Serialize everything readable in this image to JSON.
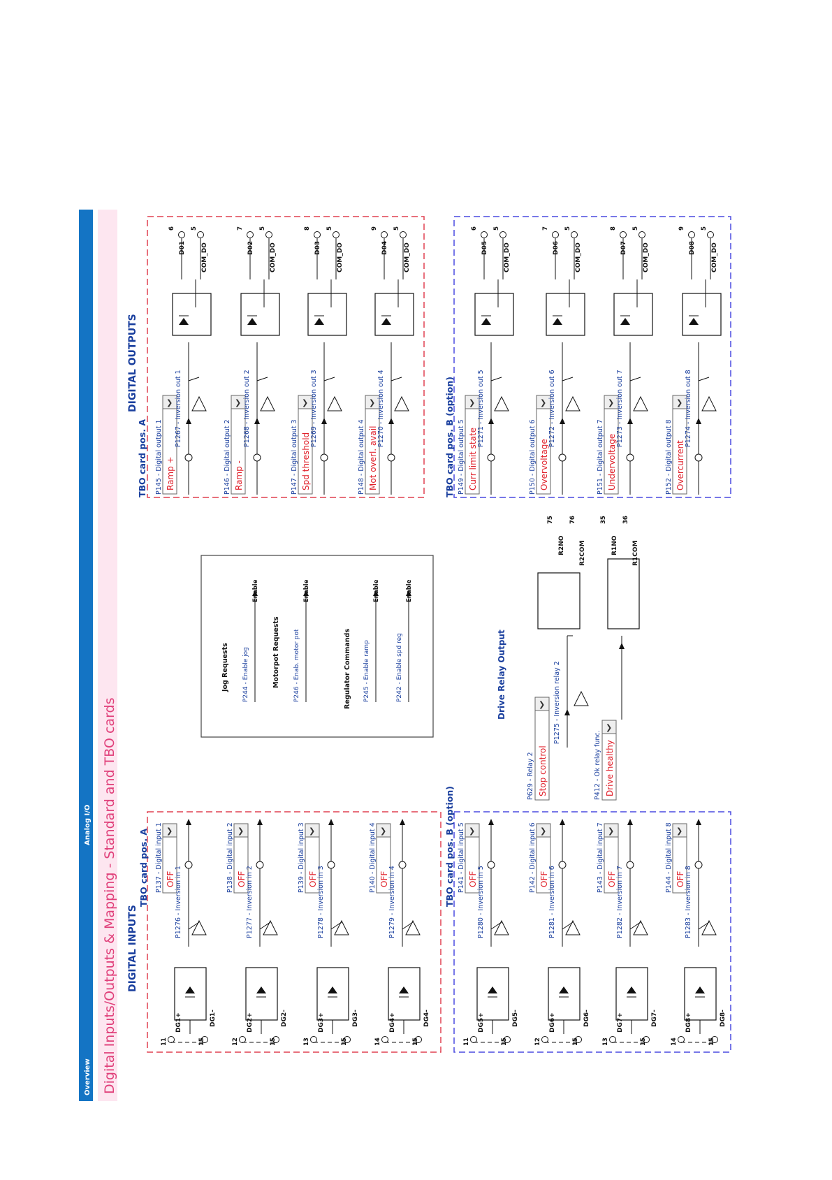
{
  "header": {
    "tab_overview": "Overview",
    "tab_analog": "Analog I/O",
    "title": "Digital Inputs/Outputs & Mapping - Standard and TBO cards",
    "bar_color": "#1474c4",
    "title_band_color": "#fde6f0",
    "title_color": "#e0407a"
  },
  "digital_inputs": {
    "title": "DIGITAL INPUTS",
    "card_a": "TBO card pos. A",
    "card_b": "TBO card pos. B (option)",
    "channels": [
      {
        "param": "P137 - Digital input 1",
        "value": "OFF",
        "inversion": "P1276 - Inversion in 1",
        "plus": "DG1+",
        "minus": "DG1-",
        "pin_plus": "11",
        "pin_minus": "15"
      },
      {
        "param": "P138 - Digital input 2",
        "value": "OFF",
        "inversion": "P1277 - Inversion in 2",
        "plus": "DG2+",
        "minus": "DG2-",
        "pin_plus": "12",
        "pin_minus": "15"
      },
      {
        "param": "P139 - Digital input 3",
        "value": "OFF",
        "inversion": "P1278 - Inversion in 3",
        "plus": "DG3+",
        "minus": "DG3-",
        "pin_plus": "13",
        "pin_minus": "15"
      },
      {
        "param": "P140 - Digital input 4",
        "value": "OFF",
        "inversion": "P1279 - Inversion in 4",
        "plus": "DG4+",
        "minus": "DG4-",
        "pin_plus": "14",
        "pin_minus": "15"
      },
      {
        "param": "P141 - Digital input 5",
        "value": "OFF",
        "inversion": "P1280 - Inversion in 5",
        "plus": "DG5+",
        "minus": "DG5-",
        "pin_plus": "11",
        "pin_minus": "15"
      },
      {
        "param": "P142 - Digital input 6",
        "value": "OFF",
        "inversion": "P1281 - Inversion in 6",
        "plus": "DG6+",
        "minus": "DG6-",
        "pin_plus": "12",
        "pin_minus": "15"
      },
      {
        "param": "P143 - Digital input 7",
        "value": "OFF",
        "inversion": "P1282 - Inversion in 7",
        "plus": "DG7+",
        "minus": "DG7-",
        "pin_plus": "13",
        "pin_minus": "15"
      },
      {
        "param": "P144 - Digital input 8",
        "value": "OFF",
        "inversion": "P1283 - Inversion in 8",
        "plus": "DG8+",
        "minus": "DG8-",
        "pin_plus": "14",
        "pin_minus": "15"
      }
    ]
  },
  "digital_outputs": {
    "title": "DIGITAL OUTPUTS",
    "card_a": "TBO card pos. A",
    "card_b": "TBO card pos. B (option)",
    "channels": [
      {
        "param": "P145 - Digital output 1",
        "value": "Ramp +",
        "inversion": "P1267 - Inversion out 1",
        "terminal": "D01",
        "com": "COM_DO",
        "pin": "6",
        "pin_com": "5"
      },
      {
        "param": "P146 - Digital output 2",
        "value": "Ramp -",
        "inversion": "P1268 - Inversion out 2",
        "terminal": "D02",
        "com": "COM_DO",
        "pin": "7",
        "pin_com": "5"
      },
      {
        "param": "P147 - Digital output 3",
        "value": "Spd threshold",
        "inversion": "P1269 - Inversion out 3",
        "terminal": "D03",
        "com": "COM_DO",
        "pin": "8",
        "pin_com": "5"
      },
      {
        "param": "P148 - Digital output 4",
        "value": "Mot overl. avail",
        "inversion": "P1270 - Inversion out 4",
        "terminal": "D04",
        "com": "COM_DO",
        "pin": "9",
        "pin_com": "5"
      },
      {
        "param": "P149 - Digital output 5",
        "value": "Curr limit state",
        "inversion": "P1271 - Inversion out 5",
        "terminal": "D05",
        "com": "COM_DO",
        "pin": "6",
        "pin_com": "5"
      },
      {
        "param": "P150 - Digital output 6",
        "value": "Overvoltage",
        "inversion": "P1272 - Inversion out 6",
        "terminal": "D06",
        "com": "COM_DO",
        "pin": "7",
        "pin_com": "5"
      },
      {
        "param": "P151 - Digital output 7",
        "value": "Undervoltage",
        "inversion": "P1273 - Inversion out 7",
        "terminal": "D07",
        "com": "COM_DO",
        "pin": "8",
        "pin_com": "5"
      },
      {
        "param": "P152 - Digital output 8",
        "value": "Overcurrent",
        "inversion": "P1274 - Inversion out 8",
        "terminal": "D08",
        "com": "COM_DO",
        "pin": "9",
        "pin_com": "5"
      }
    ]
  },
  "requests": {
    "jog_title": "Jog Requests",
    "jog_param": "P244 - Enable jog",
    "motorpot_title": "Motorpot Requests",
    "motorpot_param": "P246 - Enab. motor pot",
    "regulator_title": "Regulator Commands",
    "ramp_param": "P245 - Enable ramp",
    "spd_param": "P242 - Enable spd reg",
    "enable_label": "Enable"
  },
  "relay": {
    "title": "Drive Relay Output",
    "relay2_param": "P629 - Relay 2",
    "relay2_value": "Stop control",
    "relay2_inversion": "P1275 - Inversion relay 2",
    "ok_param": "P412 - Ok relay func.",
    "ok_value": "Drive healthy",
    "r2no": "R2NO",
    "r2com": "R2COM",
    "r2no_pin": "75",
    "r2com_pin": "76",
    "r1no": "R1NO",
    "r1com": "R1COM",
    "r1no_pin": "35",
    "r1com_pin": "36"
  },
  "colors": {
    "label_blue": "#1a3f9e",
    "value_red": "#e0202a",
    "card_a_border": "#e04050",
    "card_b_border": "#4a4ae0"
  }
}
